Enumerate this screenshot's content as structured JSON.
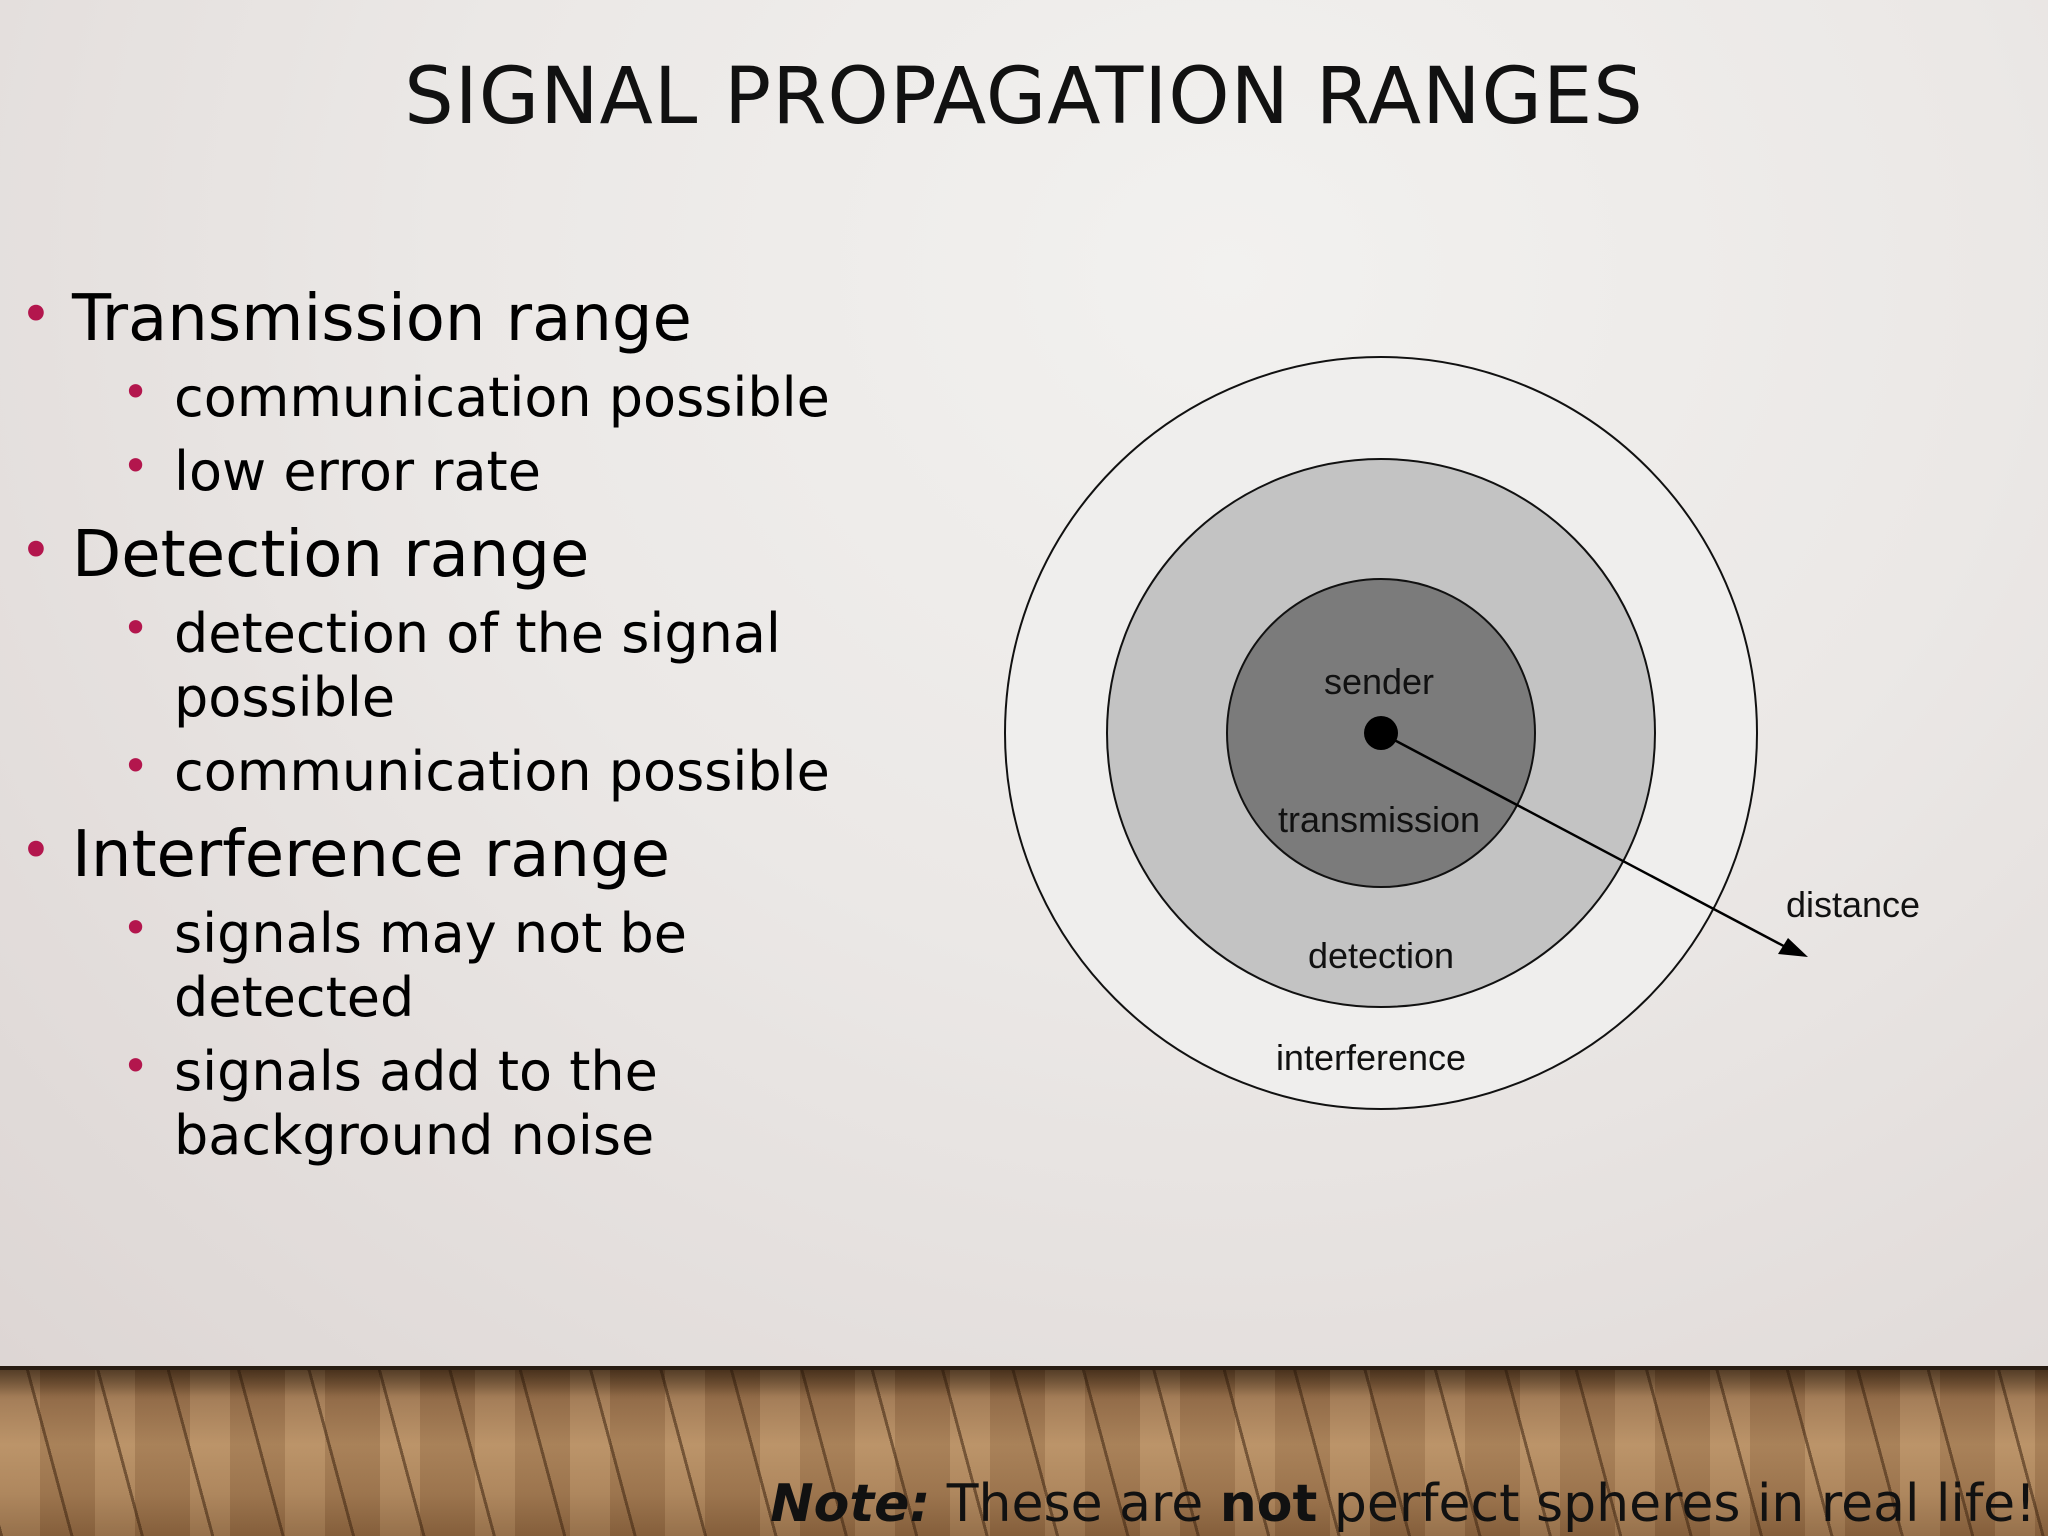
{
  "title": "SIGNAL PROPAGATION RANGES",
  "bullets": [
    {
      "heading": "Transmission range",
      "items": [
        "communication possible",
        "low error rate"
      ]
    },
    {
      "heading": "Detection range",
      "items": [
        "detection of the signal possible",
        "communication possible"
      ]
    },
    {
      "heading": "Interference range",
      "items": [
        "signals may not be detected",
        "signals add to the background noise"
      ]
    }
  ],
  "diagram": {
    "center_label": "sender",
    "inner_label": "transmission",
    "middle_label": "detection",
    "outer_label": "interference",
    "arrow_label": "distance",
    "colors": {
      "inner": "#7b7b7b",
      "middle": "#c3c3c3",
      "outer": "#efeeed",
      "bullet": "#b3164d"
    }
  },
  "note": {
    "label": "Note:",
    "text_before": " These are ",
    "emphasis": "not",
    "text_after": " perfect spheres in real life!"
  }
}
